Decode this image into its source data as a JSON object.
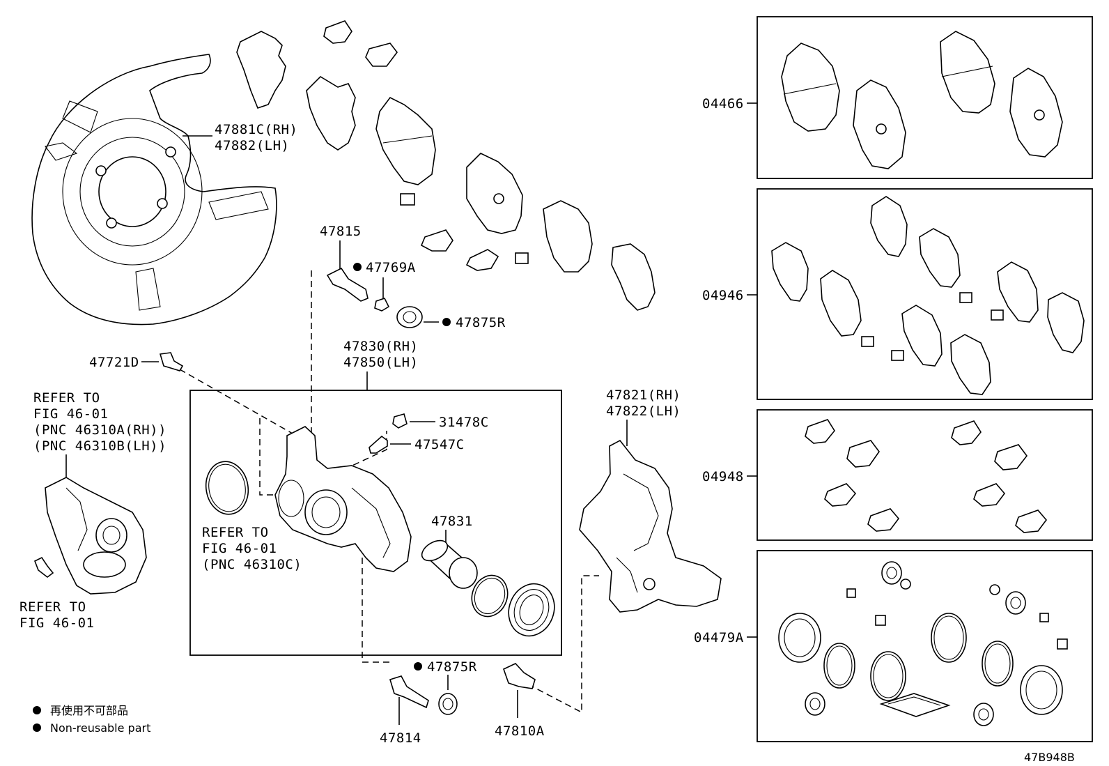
{
  "labels": {
    "shield": [
      "47881C(RH)",
      "47882(LH)"
    ],
    "p47815": "47815",
    "p47769a": "47769A",
    "p47875r_top": "47875R",
    "caliper": [
      "47830(RH)",
      "47850(LH)"
    ],
    "p47721d": "47721D",
    "refer_actuator": [
      "REFER TO",
      "FIG 46-01",
      "(PNC 46310A(RH))",
      "(PNC 46310B(LH))"
    ],
    "p31478c": "31478C",
    "p47547c": "47547C",
    "p47831": "47831",
    "refer_seal": [
      "REFER TO",
      "FIG 46-01",
      "(PNC 46310C)"
    ],
    "refer_bolt": [
      "REFER TO",
      "FIG 46-01"
    ],
    "mounting": [
      "47821(RH)",
      "47822(LH)"
    ],
    "p47875r_bottom": "47875R",
    "p47814": "47814",
    "p47810a": "47810A",
    "kit_pads": "04466",
    "kit_shims": "04946",
    "kit_clips": "04948",
    "kit_seals": "04479A",
    "diagram_id": "47B948B"
  },
  "legend": [
    {
      "text": "再使用不可部品"
    },
    {
      "text": "Non-reusable part"
    }
  ],
  "icons": [
    "non-reusable-dot-icon"
  ]
}
